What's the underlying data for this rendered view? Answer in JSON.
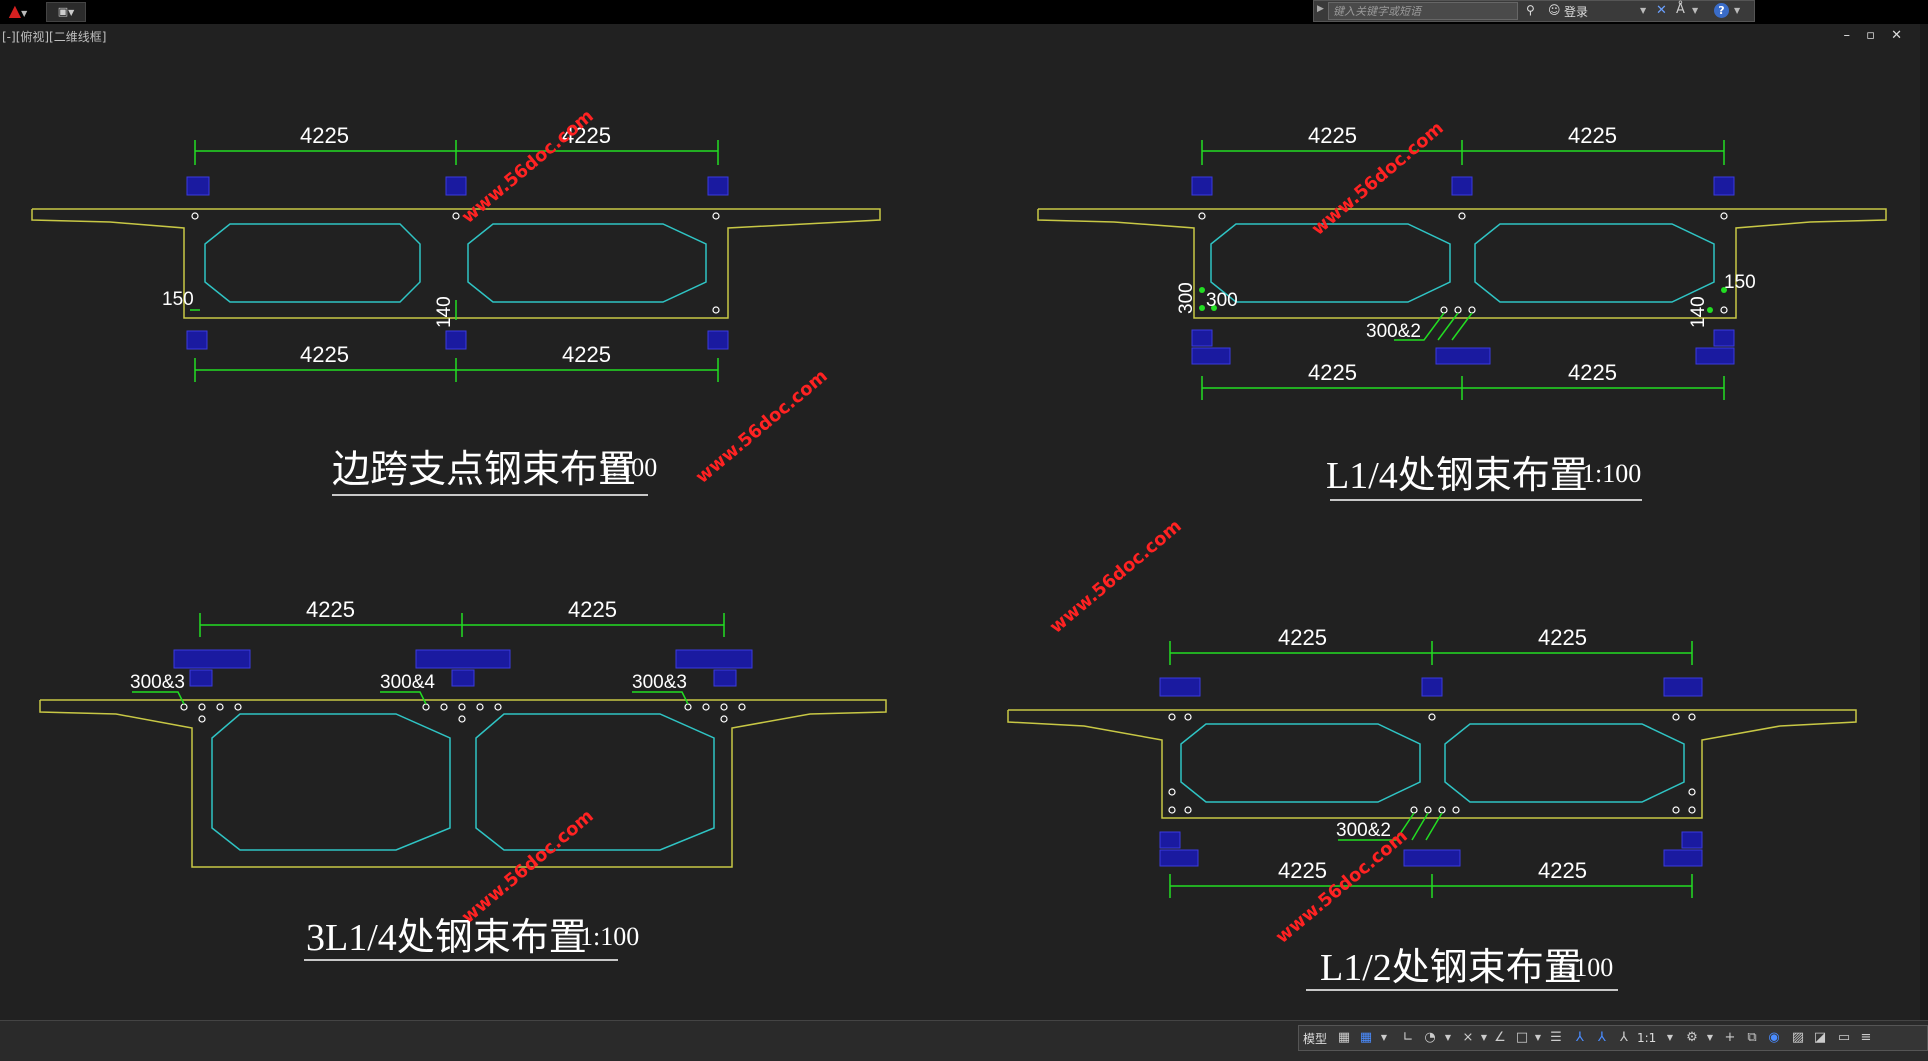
{
  "topbar": {
    "search_placeholder": "键入关键字或短语",
    "login_label": "登录",
    "help_label": "?"
  },
  "viewport": {
    "label": "[-][俯视][二维线框]"
  },
  "window_controls": "– ▫ ✕",
  "drawings": [
    {
      "title": "边跨支点钢束布置",
      "scale": "1:100",
      "top_dims": [
        "4225",
        "4225"
      ],
      "bottom_dims": [
        "4225",
        "4225"
      ],
      "annotations": [
        "150",
        "140"
      ]
    },
    {
      "title": "L1/4处钢束布置",
      "scale": "1:100",
      "top_dims": [
        "4225",
        "4225"
      ],
      "bottom_dims": [
        "4225",
        "4225"
      ],
      "annotations": [
        "300",
        "300",
        "150",
        "140",
        "300&2"
      ]
    },
    {
      "title": "3L1/4处钢束布置",
      "scale": "1:100",
      "top_dims": [
        "4225",
        "4225"
      ],
      "annotations": [
        "300&3",
        "300&4",
        "300&3"
      ]
    },
    {
      "title": "L1/2处钢束布置",
      "scale": "1:100",
      "top_dims": [
        "4225",
        "4225"
      ],
      "bottom_dims": [
        "4225",
        "4225"
      ],
      "annotations": [
        "300&2"
      ]
    }
  ],
  "watermark": "www.56doc.com",
  "status": {
    "model_tab": "模型",
    "scale": "1:1"
  },
  "colors": {
    "background": "#212121",
    "outline": "#c8c845",
    "cavity": "#2fc4c4",
    "dimension": "#22dd22",
    "tag": "#1a1aa0",
    "text": "#ffffff",
    "watermark": "#ff2222"
  }
}
